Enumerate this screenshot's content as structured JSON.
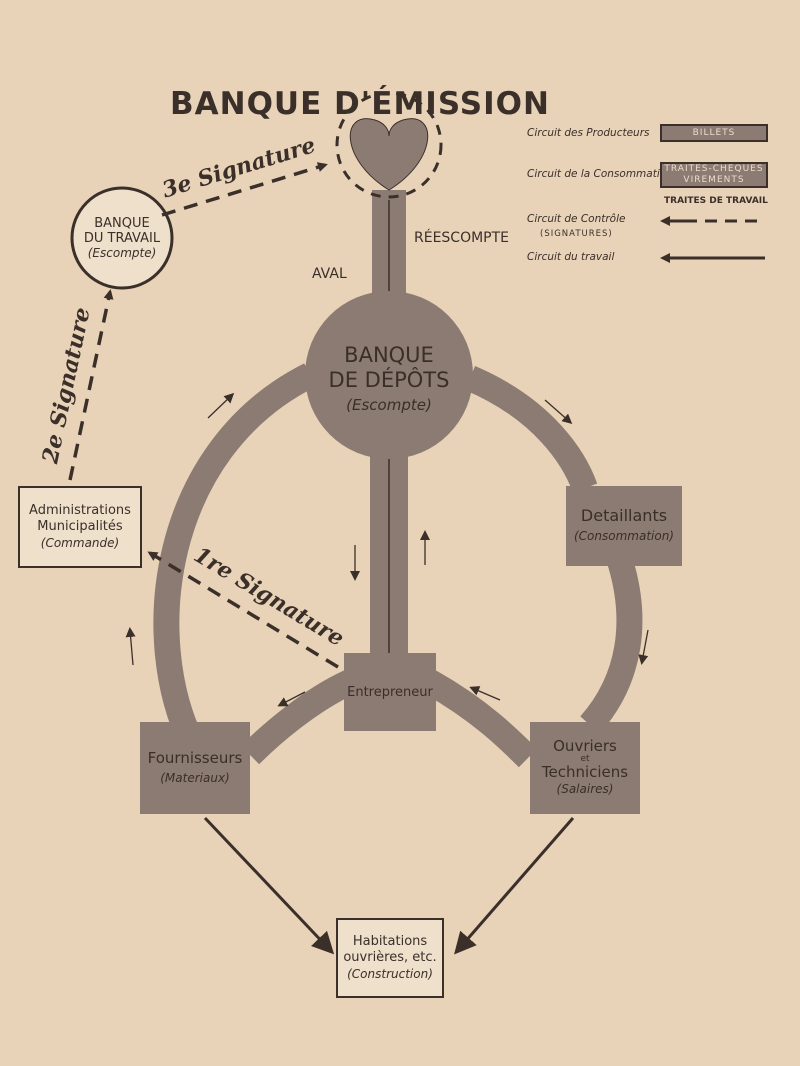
{
  "title": "BANQUE D'ÉMISSION",
  "labels": {
    "aval": "AVAL",
    "reescompte": "RÉESCOMPTE"
  },
  "nodes": {
    "banque_travail": {
      "line1": "BANQUE",
      "line2": "DU TRAVAIL",
      "sub": "(Escompte)"
    },
    "banque_depots": {
      "line1": "BANQUE",
      "line2": "DE DÉPÔTS",
      "sub": "(Escompte)"
    },
    "administrations": {
      "line1": "Administrations",
      "line2": "Municipalités",
      "sub": "(Commande)"
    },
    "detaillants": {
      "line1": "Detaillants",
      "sub": "(Consommation)"
    },
    "entrepreneur": {
      "line1": "Entrepreneur"
    },
    "fournisseurs": {
      "line1": "Fournisseurs",
      "sub": "(Materiaux)"
    },
    "ouvriers": {
      "line1": "Ouvriers",
      "line2": "et",
      "line3": "Techniciens",
      "sub": "(Salaires)"
    },
    "habitations": {
      "line1": "Habitations",
      "line2": "ouvrières, etc.",
      "sub": "(Construction)"
    }
  },
  "signatures": {
    "first": "1re Signature",
    "second": "2e Signature",
    "third": "3e Signature"
  },
  "legend": {
    "producteurs": {
      "label": "Circuit des Producteurs",
      "chip": "BILLETS"
    },
    "consommation": {
      "label": "Circuit de la Consommation",
      "chip": "TRAITES-CHEQUES VIREMENTS"
    },
    "traites_travail": "TRAITES DE TRAVAIL",
    "controle": {
      "label": "Circuit de Contrôle",
      "sub": "(SIGNATURES)"
    },
    "travail": "Circuit du travail"
  },
  "colors": {
    "background": "#e8d3b8",
    "channel": "#8c7b72",
    "ink": "#3b2f2a"
  }
}
